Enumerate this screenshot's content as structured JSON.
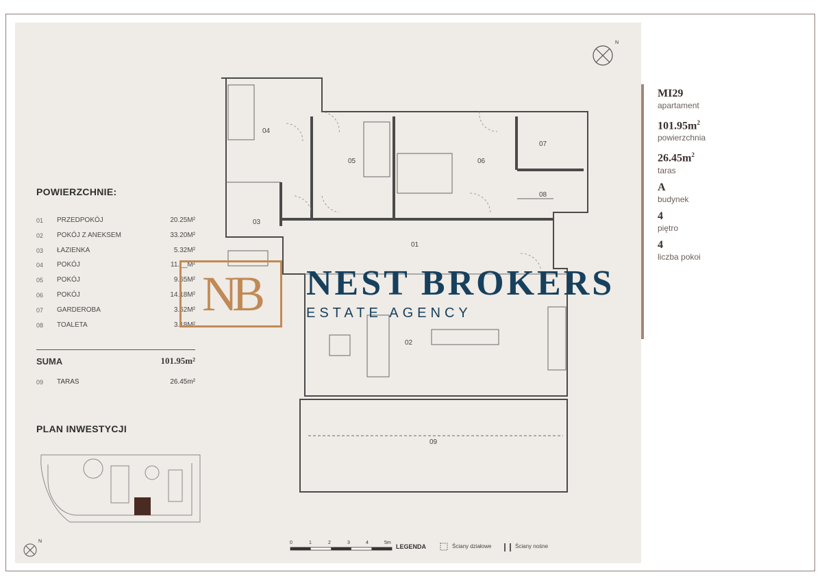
{
  "apartment": {
    "code": "MI29",
    "code_label": "apartament",
    "area": "101.95m",
    "area_sup": "2",
    "area_label": "powierzchnia",
    "terrace": "26.45m",
    "terrace_sup": "2",
    "terrace_label": "taras",
    "building": "A",
    "building_label": "budynek",
    "floor": "4",
    "floor_label": "piętro",
    "rooms": "4",
    "rooms_label": "liczba pokoi"
  },
  "surfaces": {
    "heading": "POWIERZCHNIE:",
    "items": [
      {
        "num": "01",
        "name": "PRZEDPOKÓJ",
        "area": "20.25m²"
      },
      {
        "num": "02",
        "name": "POKÓJ Z ANEKSEM",
        "area": "33.20m²"
      },
      {
        "num": "03",
        "name": "ŁAZIENKA",
        "area": "5.32m²"
      },
      {
        "num": "04",
        "name": "POKÓJ",
        "area": "11.__m²"
      },
      {
        "num": "05",
        "name": "POKÓJ",
        "area": "9.65m²"
      },
      {
        "num": "06",
        "name": "POKÓJ",
        "area": "14.18m²"
      },
      {
        "num": "07",
        "name": "GARDEROBA",
        "area": "3.62m²"
      },
      {
        "num": "08",
        "name": "TOALETA",
        "area": "3.18m²"
      }
    ],
    "sum_label": "SUMA",
    "sum_value": "101.95m²",
    "terrace": {
      "num": "09",
      "name": "TARAS",
      "area": "26.45m²"
    }
  },
  "investment_plan": {
    "heading": "PLAN INWESTYCJI"
  },
  "floorplan": {
    "room_labels": [
      "01",
      "02",
      "03",
      "04",
      "05",
      "06",
      "07",
      "08",
      "09"
    ],
    "compass_label": "N"
  },
  "scale": {
    "ticks": [
      "0",
      "1",
      "2",
      "3",
      "4",
      "5m"
    ]
  },
  "legend": {
    "title": "LEGENDA",
    "partition": "Ściany działowe",
    "bearing": "Ściany nośne"
  },
  "watermark": {
    "logo": "NB",
    "name": "NEST BROKERS",
    "tagline": "ESTATE AGENCY"
  },
  "colors": {
    "sheet": "#efebe6",
    "accent": "#a08678",
    "watermark": "#17405d",
    "logo": "#c08a55"
  }
}
